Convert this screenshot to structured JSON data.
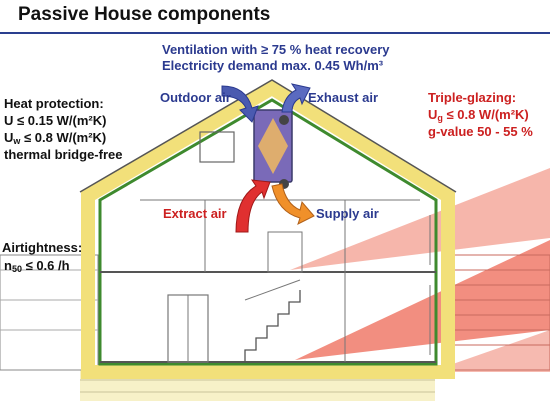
{
  "title": "Passive House components",
  "ventilation": {
    "line1": "Ventilation with ≥ 75 % heat recovery",
    "line2": "Electricity demand max. 0.45 Wh/m³"
  },
  "heat_protection": {
    "heading": "Heat protection:",
    "u_symbol": "U",
    "u_value": " ≤ 0.15 W/(m²K)",
    "uw_symbol": "U",
    "uw_sub": "w",
    "uw_value": " ≤ 0.8 W/(m²K)",
    "thermal": "thermal bridge-free"
  },
  "triple_glazing": {
    "heading": "Triple-glazing:",
    "ug_symbol": "U",
    "ug_sub": "g",
    "ug_value": " ≤ 0.8 W/(m²K)",
    "g_value": "g-value 50 - 55 %"
  },
  "airtightness": {
    "heading": "Airtightness:",
    "n_symbol": "n",
    "n_sub": "50",
    "n_value": " ≤ 0.6 /h"
  },
  "flows": {
    "outdoor_air": "Outdoor air",
    "exhaust_air": "Exhaust air",
    "extract_air": "Extract air",
    "supply_air": "Supply air"
  },
  "colors": {
    "frame_blue": "#2a3f8f",
    "insulation_yellow": "#f2e07a",
    "airtight_green": "#3e8a2e",
    "sun_red": "#f07a6a",
    "outdoor_arrow": "#4a5ab0",
    "exhaust_arrow": "#5a6ac0",
    "extract_arrow": "#e03030",
    "supply_arrow": "#f0902a",
    "heading_red": "#cc2020",
    "vent_text_blue": "#2b3a8f"
  },
  "icons": [
    "outdoor-air-arrow",
    "exhaust-air-arrow",
    "extract-air-arrow",
    "supply-air-arrow",
    "heat-exchanger-icon",
    "fan-icon"
  ]
}
